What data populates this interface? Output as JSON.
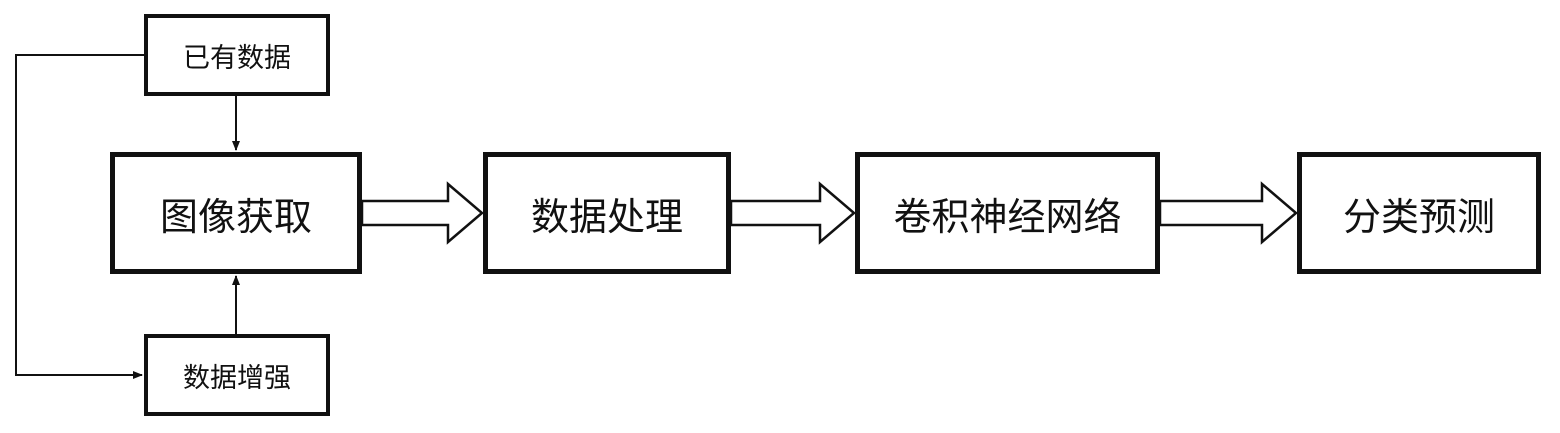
{
  "nodes": {
    "existing_data": "已有数据",
    "data_augmentation": "数据增强",
    "image_acquisition": "图像获取",
    "data_processing": "数据处理",
    "cnn": "卷积神经网络",
    "classification_prediction": "分类预测"
  },
  "colors": {
    "line": "#111111",
    "background": "#ffffff"
  }
}
